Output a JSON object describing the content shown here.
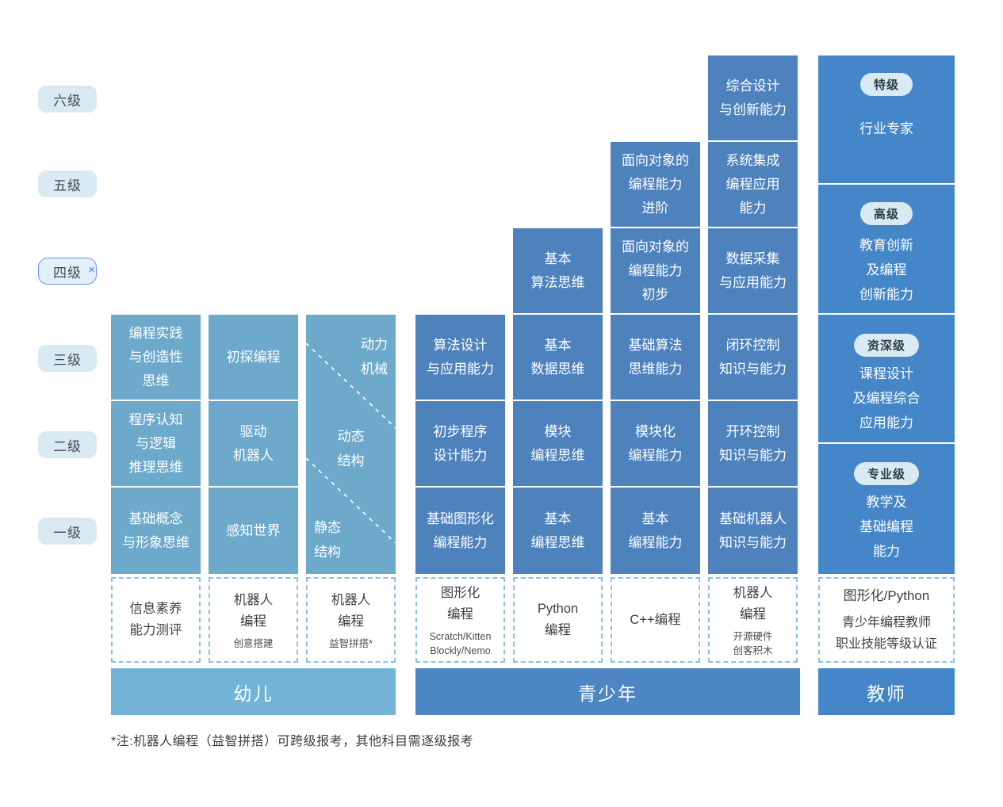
{
  "levels": [
    {
      "label": "六级",
      "active": false
    },
    {
      "label": "五级",
      "active": false
    },
    {
      "label": "四级",
      "active": true
    },
    {
      "label": "三级",
      "active": false
    },
    {
      "label": "二级",
      "active": false
    },
    {
      "label": "一级",
      "active": false
    }
  ],
  "columns": [
    {
      "cells": [
        {
          "text": "编程实践\n与创造性\n思维"
        },
        {
          "text": "程序认知\n与逻辑\n推理思维"
        },
        {
          "text": "基础概念\n与形象思维"
        }
      ],
      "footer": {
        "title": "信息素养\n能力测评",
        "subtitle": ""
      }
    },
    {
      "cells": [
        {
          "text": "初探编程"
        },
        {
          "text": "驱动\n机器人"
        },
        {
          "text": "感知世界"
        }
      ],
      "footer": {
        "title": "机器人\n编程",
        "subtitle": "创意搭建"
      }
    },
    {
      "cells": [
        {
          "text": "动力\n机械"
        },
        {
          "text": "动态\n结构"
        },
        {
          "text": "静态\n结构"
        }
      ],
      "footer": {
        "title": "机器人\n编程",
        "subtitle": "益智拼搭*"
      }
    },
    {
      "cells": [
        {
          "text": "算法设计\n与应用能力"
        },
        {
          "text": "初步程序\n设计能力"
        },
        {
          "text": "基础图形化\n编程能力"
        }
      ],
      "footer": {
        "title": "图形化\n编程",
        "subtitle": "Scratch/Kitten\nBlockly/Nemo"
      }
    },
    {
      "cells": [
        {
          "text": "基本\n算法思维"
        },
        {
          "text": "基本\n数据思维"
        },
        {
          "text": "模块\n编程思维"
        },
        {
          "text": "基本\n编程思维"
        }
      ],
      "footer": {
        "title": "Python\n编程",
        "subtitle": ""
      }
    },
    {
      "cells": [
        {
          "text": "面向对象的\n编程能力\n进阶"
        },
        {
          "text": "面向对象的\n编程能力\n初步"
        },
        {
          "text": "基础算法\n思维能力"
        },
        {
          "text": "模块化\n编程能力"
        },
        {
          "text": "基本\n编程能力"
        }
      ],
      "footer": {
        "title": "C++编程",
        "subtitle": ""
      }
    },
    {
      "cells": [
        {
          "text": "综合设计\n与创新能力"
        },
        {
          "text": "系统集成\n编程应用\n能力"
        },
        {
          "text": "数据采集\n与应用能力"
        },
        {
          "text": "闭环控制\n知识与能力"
        },
        {
          "text": "开环控制\n知识与能力"
        },
        {
          "text": "基础机器人\n知识与能力"
        }
      ],
      "footer": {
        "title": "机器人\n编程",
        "subtitle": "开源硬件\n创客积木"
      }
    }
  ],
  "teacher": {
    "cells": [
      {
        "badge": "特级",
        "text": "行业专家"
      },
      {
        "badge": "高级",
        "text": "教育创新\n及编程\n创新能力"
      },
      {
        "badge": "资深级",
        "text": "课程设计\n及编程综合\n应用能力"
      },
      {
        "badge": "专业级",
        "text": "教学及\n基础编程\n能力"
      }
    ],
    "footer": {
      "line1": "图形化/Python",
      "line2": "青少年编程教师\n职业技能等级认证"
    }
  },
  "groups": [
    {
      "label": "幼儿"
    },
    {
      "label": "青少年"
    },
    {
      "label": "教师"
    }
  ],
  "note": "*注:机器人编程（益智拼搭）可跨级报考，其他科目需逐级报考",
  "colors": {
    "light_cell": "#6ca9cb",
    "light_band": "#73b3d6",
    "dark_cell": "#4e82bd",
    "teacher_cell": "#4486c8",
    "youth_band": "#4c86c4",
    "pill_bg": "#d9eaf3",
    "active_pill_border": "#6b93ea",
    "dashed_border": "#8ac2e2",
    "badge_bg": "#d9eaf3"
  }
}
